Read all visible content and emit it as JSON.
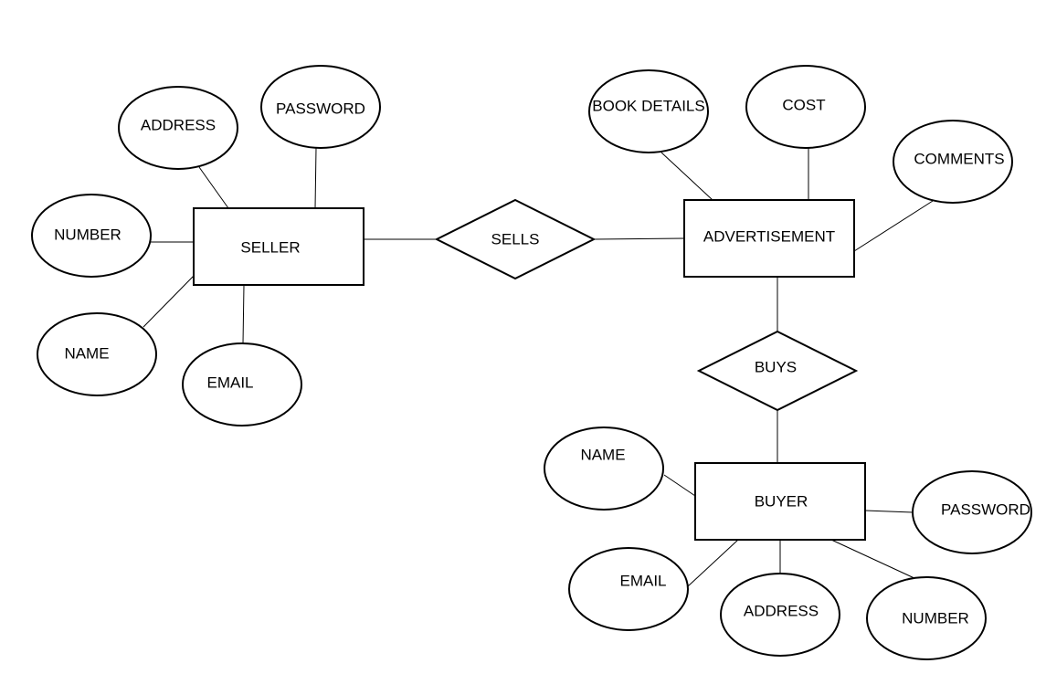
{
  "entities": {
    "seller": "SELLER",
    "advertisement": "ADVERTISEMENT",
    "buyer": "BUYER"
  },
  "relationships": {
    "sells": "SELLS",
    "buys": "BUYS"
  },
  "attributes": {
    "seller": {
      "address": "ADDRESS",
      "password": "PASSWORD",
      "number": "NUMBER",
      "name": "NAME",
      "email": "EMAIL"
    },
    "advertisement": {
      "book_details": "BOOK DETAILS",
      "cost": "COST",
      "comments": "COMMENTS"
    },
    "buyer": {
      "name": "NAME",
      "password": "PASSWORD",
      "email": "EMAIL",
      "address": "ADDRESS",
      "number": "NUMBER"
    }
  }
}
